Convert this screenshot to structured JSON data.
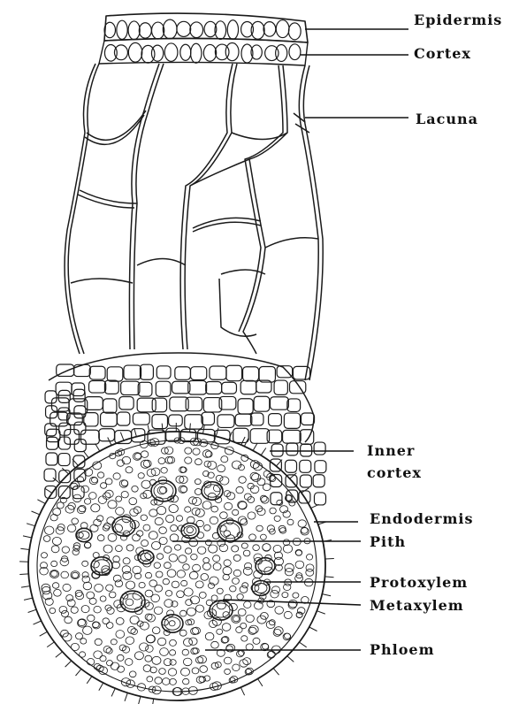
{
  "labels": {
    "epidermis": "Epidermis",
    "cortex": "Cortex",
    "lacuna": "Lacuna",
    "inner_cortex_line1": "Inner",
    "inner_cortex_line2": "cortex",
    "endodermis": "Endodermis",
    "pith": "Pith",
    "protoxylem": "Protoxylem",
    "metaxylem": "Metaxylem",
    "phloem": "Phloem"
  },
  "colors": {
    "ink": "#1a1a1a",
    "paper": "#ffffff"
  }
}
